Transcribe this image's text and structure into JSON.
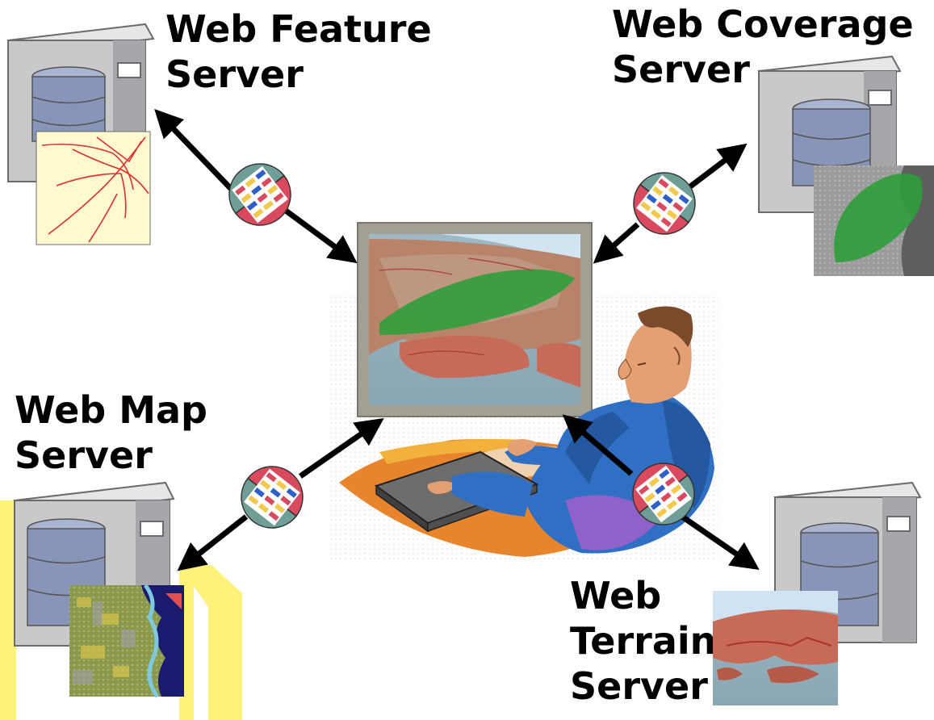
{
  "labels": {
    "web_feature_server": [
      "Web Feature",
      "Server"
    ],
    "web_coverage_server": [
      "Web Coverage",
      "Server"
    ],
    "web_map_server": [
      "Web Map",
      "Server"
    ],
    "web_terrain_server": [
      "Web",
      "Terrain",
      "Server"
    ]
  },
  "colors": {
    "server_body": "#c9c9cc",
    "server_shadow": "#8e8e92",
    "disk": "#8895b8",
    "arrow": "#000000",
    "adapter_top": "#6f9e97",
    "adapter_bottom": "#d94a5e",
    "monitor_frame": "#a49f94",
    "coverage_green": "#2f9e3a",
    "map_paper": "#fff9d0",
    "map_lines": "#d93030",
    "highlight_yellow": "#fff27a",
    "person_shirt": "#2f6fc4",
    "person_skin": "#e4a072"
  },
  "icons": [
    "server-icon",
    "arrow-icon",
    "protocol-adapter-icon",
    "monitor-icon",
    "person-icon",
    "laptop-icon"
  ]
}
